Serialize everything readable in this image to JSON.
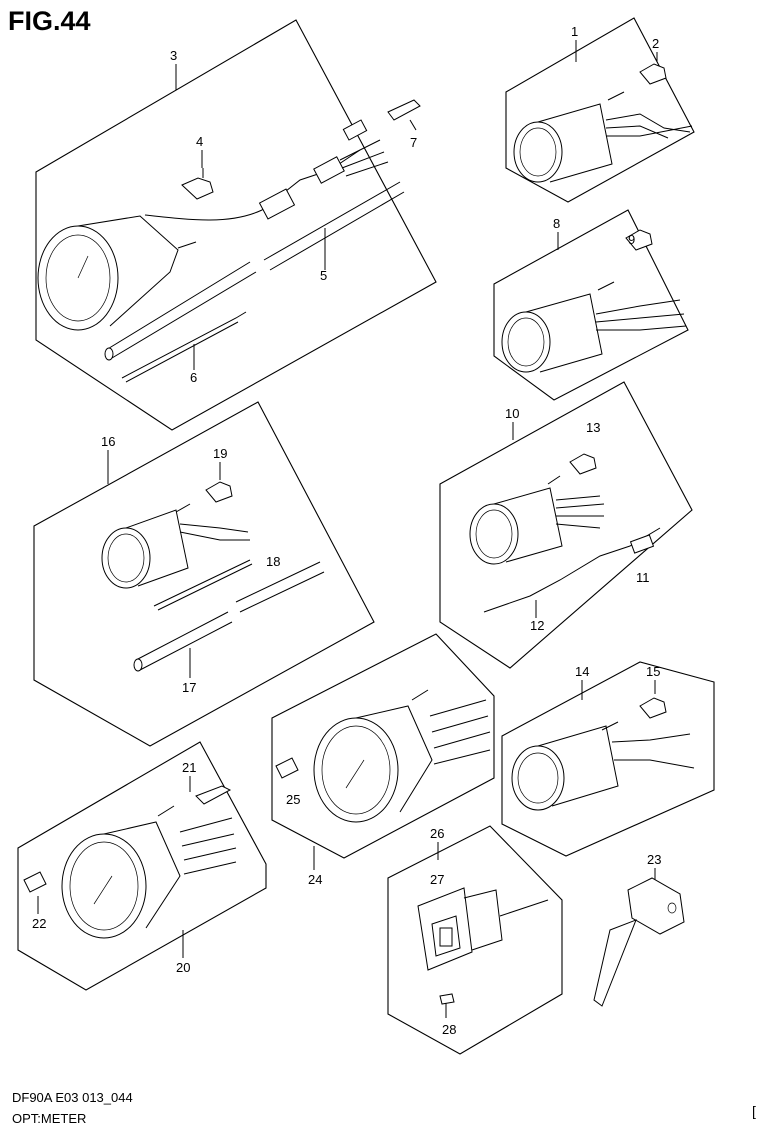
{
  "figure": {
    "title": "FIG.44",
    "footer_code": "DF90A E03 013_044",
    "footer_label": "OPT:METER",
    "corner_mark": "["
  },
  "callouts": [
    {
      "id": "c1",
      "text": "1"
    },
    {
      "id": "c2",
      "text": "2"
    },
    {
      "id": "c3",
      "text": "3"
    },
    {
      "id": "c4",
      "text": "4"
    },
    {
      "id": "c5",
      "text": "5"
    },
    {
      "id": "c6",
      "text": "6"
    },
    {
      "id": "c7",
      "text": "7"
    },
    {
      "id": "c8",
      "text": "8"
    },
    {
      "id": "c9",
      "text": "9"
    },
    {
      "id": "c10",
      "text": "10"
    },
    {
      "id": "c11",
      "text": "11"
    },
    {
      "id": "c12",
      "text": "12"
    },
    {
      "id": "c13",
      "text": "13"
    },
    {
      "id": "c14",
      "text": "14"
    },
    {
      "id": "c15",
      "text": "15"
    },
    {
      "id": "c16",
      "text": "16"
    },
    {
      "id": "c17",
      "text": "17"
    },
    {
      "id": "c18",
      "text": "18"
    },
    {
      "id": "c19",
      "text": "19"
    },
    {
      "id": "c20",
      "text": "20"
    },
    {
      "id": "c21",
      "text": "21"
    },
    {
      "id": "c22",
      "text": "22"
    },
    {
      "id": "c23",
      "text": "23"
    },
    {
      "id": "c24",
      "text": "24"
    },
    {
      "id": "c25",
      "text": "25"
    },
    {
      "id": "c26",
      "text": "26"
    },
    {
      "id": "c27",
      "text": "27"
    },
    {
      "id": "c28",
      "text": "28"
    }
  ]
}
